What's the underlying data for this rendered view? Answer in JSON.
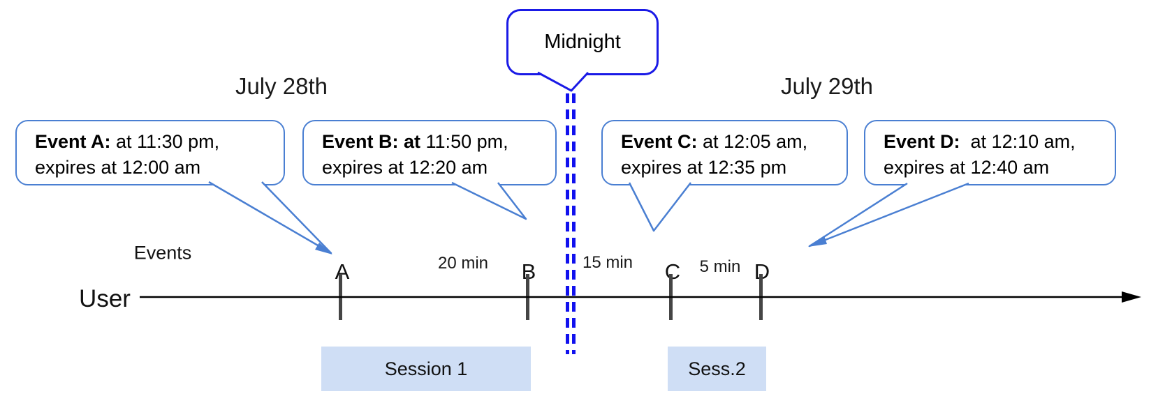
{
  "header": {
    "left_date": "July 28th",
    "right_date": "July 29th"
  },
  "midnight": {
    "label": "Midnight"
  },
  "axis": {
    "events_label": "Events",
    "user_label": "User"
  },
  "bubbles": [
    {
      "id": "A",
      "bold": "Event A:",
      "rest": " at 11:30 pm,",
      "line2": "expires at 12:00 am"
    },
    {
      "id": "B",
      "bold": "Event B: at",
      "rest": " 11:50 pm,",
      "line2": "expires at 12:20 am"
    },
    {
      "id": "C",
      "bold": "Event C:",
      "rest": " at 12:05 am,",
      "line2": "expires at 12:35 pm"
    },
    {
      "id": "D",
      "bold": "Event D:",
      "rest": "  at 12:10 am,",
      "line2": "expires at 12:40 am"
    }
  ],
  "timeline": {
    "ticks": [
      {
        "label": "A"
      },
      {
        "label": "B"
      },
      {
        "label": "C"
      },
      {
        "label": "D"
      }
    ],
    "gaps": [
      {
        "label": "20 min"
      },
      {
        "label": "15 min"
      },
      {
        "label": "5 min"
      }
    ]
  },
  "sessions": [
    {
      "label": "Session 1"
    },
    {
      "label": "Sess.2"
    }
  ],
  "colors": {
    "event_callout_border": "#4a7fd2",
    "midnight_callout_border": "#1a1ae6",
    "midnight_dash": "#1111ee",
    "session_fill": "#cfdef5",
    "tick_gray": "#454545",
    "timeline_black": "#000000"
  }
}
